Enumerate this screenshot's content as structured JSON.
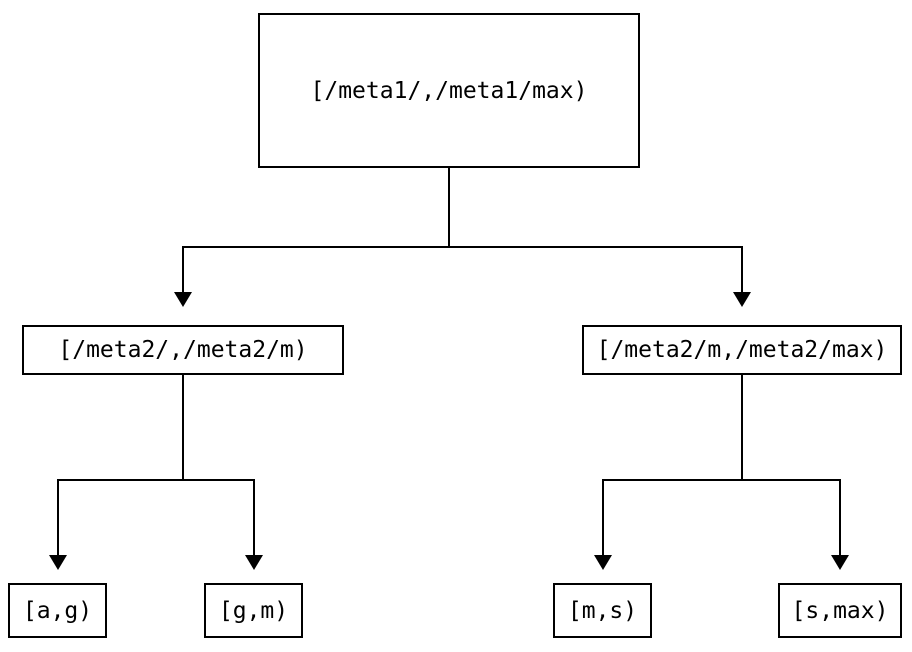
{
  "diagram": {
    "colors": {
      "background": "#ffffff",
      "line": "#000000",
      "text": "#000000"
    },
    "nodes": {
      "root": {
        "label": "[/meta1/,/meta1/max)"
      },
      "left": {
        "label": "[/meta2/,/meta2/m)"
      },
      "right": {
        "label": "[/meta2/m,/meta2/max)"
      },
      "leaf_ag": {
        "label": "[a,g)"
      },
      "leaf_gm": {
        "label": "[g,m)"
      },
      "leaf_ms": {
        "label": "[m,s)"
      },
      "leaf_smax": {
        "label": "[s,max)"
      }
    },
    "edges": [
      {
        "from": "root",
        "to": "left"
      },
      {
        "from": "root",
        "to": "right"
      },
      {
        "from": "left",
        "to": "leaf_ag"
      },
      {
        "from": "left",
        "to": "leaf_gm"
      },
      {
        "from": "right",
        "to": "leaf_ms"
      },
      {
        "from": "right",
        "to": "leaf_smax"
      }
    ]
  }
}
